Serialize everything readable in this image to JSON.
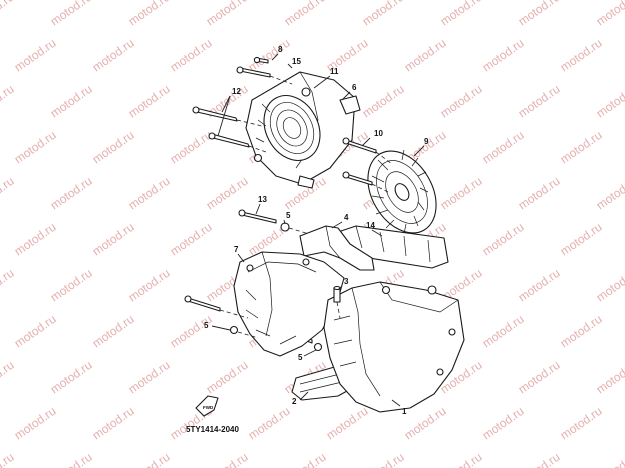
{
  "watermark": {
    "text": "motod.ru",
    "color": "#e6b0b0"
  },
  "diagram": {
    "code": "5TY1414-2040",
    "front_badge": "FWD",
    "callouts": {
      "c1": "1",
      "c2": "2",
      "c3": "3",
      "c4": "4",
      "c5a": "5",
      "c5b": "5",
      "c5c": "5",
      "c6": "6",
      "c7": "7",
      "c8": "8",
      "c9": "9",
      "c10": "10",
      "c11": "11",
      "c12": "12",
      "c13": "13",
      "c14": "14",
      "c15": "15"
    }
  }
}
